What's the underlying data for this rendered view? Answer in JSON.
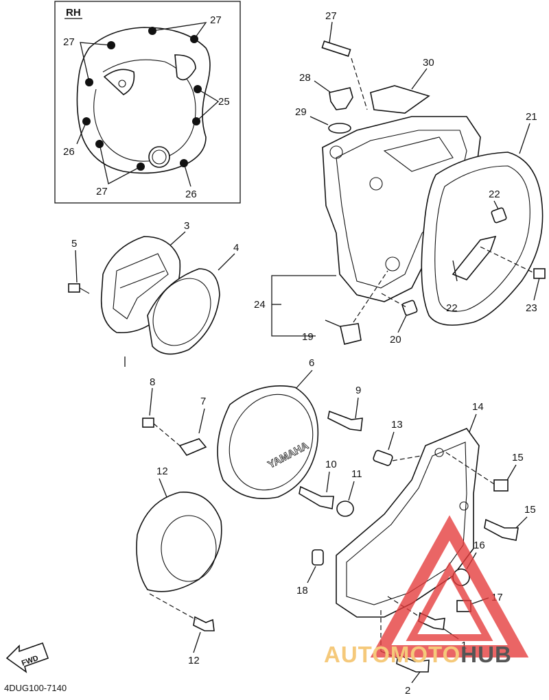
{
  "inset": {
    "label": "RH"
  },
  "callouts": [
    {
      "id": "c27a",
      "text": "27"
    },
    {
      "id": "c27b",
      "text": "27"
    },
    {
      "id": "c25",
      "text": "25"
    },
    {
      "id": "c26a",
      "text": "26"
    },
    {
      "id": "c26b",
      "text": "26"
    },
    {
      "id": "c27c",
      "text": "27"
    },
    {
      "id": "c27d",
      "text": "27"
    },
    {
      "id": "c28",
      "text": "28"
    },
    {
      "id": "c29",
      "text": "29"
    },
    {
      "id": "c30",
      "text": "30"
    },
    {
      "id": "c21",
      "text": "21"
    },
    {
      "id": "c22a",
      "text": "22"
    },
    {
      "id": "c22b",
      "text": "22"
    },
    {
      "id": "c23",
      "text": "23"
    },
    {
      "id": "c24",
      "text": "24"
    },
    {
      "id": "c19",
      "text": "19"
    },
    {
      "id": "c20",
      "text": "20"
    },
    {
      "id": "c3",
      "text": "3"
    },
    {
      "id": "c4",
      "text": "4"
    },
    {
      "id": "c5",
      "text": "5"
    },
    {
      "id": "c6",
      "text": "6"
    },
    {
      "id": "c7",
      "text": "7"
    },
    {
      "id": "c8",
      "text": "8"
    },
    {
      "id": "c9",
      "text": "9"
    },
    {
      "id": "c10",
      "text": "10"
    },
    {
      "id": "c11",
      "text": "11"
    },
    {
      "id": "c12a",
      "text": "12"
    },
    {
      "id": "c12b",
      "text": "12"
    },
    {
      "id": "c13",
      "text": "13"
    },
    {
      "id": "c14",
      "text": "14"
    },
    {
      "id": "c15a",
      "text": "15"
    },
    {
      "id": "c15b",
      "text": "15"
    },
    {
      "id": "c16",
      "text": "16"
    },
    {
      "id": "c17",
      "text": "17"
    },
    {
      "id": "c18",
      "text": "18"
    },
    {
      "id": "c1",
      "text": "1"
    },
    {
      "id": "c2",
      "text": "2"
    }
  ],
  "cover_logo": "YAMAHA",
  "fwd_label": "FWD",
  "part_code": "4DUG100-7140",
  "watermark": {
    "part1": "AUTOMOTO",
    "part2": "HUB",
    "color1": "#f5c97b",
    "color2": "#555555",
    "triangle_color": "#e53b3b"
  }
}
